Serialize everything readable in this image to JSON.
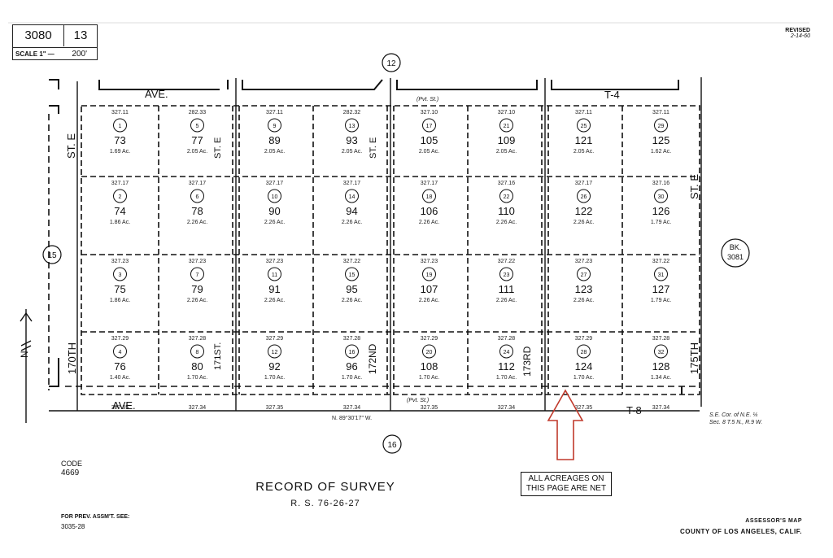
{
  "header": {
    "book": "3080",
    "page": "13",
    "scale_label": "SCALE 1\" —",
    "scale_value": "200'",
    "revised_label": "REVISED",
    "revised_date": "2-14-60"
  },
  "adjacent": {
    "top": "12",
    "left": "15",
    "bottom": "16",
    "right_line1": "BK.",
    "right_line2": "3081"
  },
  "streets": {
    "top_left": "AVE.",
    "top_right": "T-4",
    "bottom_left": "AVE.",
    "bottom_right": "T-8",
    "st_e_left": "ST. E",
    "st_e_right": "ST. E",
    "st_170": "170TH",
    "st_171": "171ST.",
    "st_172": "172ND",
    "st_173": "173RD",
    "st_175": "175TH",
    "st_e_mid1": "ST. E",
    "st_e_mid2": "ST. E",
    "pvt_st": "(Pvt. St.)"
  },
  "north_label": "N",
  "column_widths": [
    [
      "327.11",
      "327.17",
      "327.23",
      "327.29"
    ],
    [
      "282.33",
      "327.17",
      "327.23",
      "327.28"
    ],
    [
      "327.11",
      "327.17",
      "327.23",
      "327.29"
    ],
    [
      "282.32",
      "327.17",
      "327.22",
      "327.28"
    ],
    [
      "327.10",
      "327.17",
      "327.23",
      "327.29"
    ],
    [
      "327.10",
      "327.16",
      "327.22",
      "327.28"
    ],
    [
      "327.11",
      "327.17",
      "327.23",
      "327.29"
    ],
    [
      "327.11",
      "327.16",
      "327.22",
      "327.28"
    ]
  ],
  "bottom_widths": [
    "327.35",
    "327.34",
    "327.35",
    "327.34",
    "327.35",
    "327.34",
    "327.35",
    "327.34"
  ],
  "lots": [
    {
      "circ": "1",
      "parcel": "73",
      "acres": "1.69 Ac."
    },
    {
      "circ": "2",
      "parcel": "74",
      "acres": "1.86 Ac."
    },
    {
      "circ": "3",
      "parcel": "75",
      "acres": "1.86 Ac."
    },
    {
      "circ": "4",
      "parcel": "76",
      "acres": "1.40 Ac."
    },
    {
      "circ": "5",
      "parcel": "77",
      "acres": "2.05 Ac."
    },
    {
      "circ": "6",
      "parcel": "78",
      "acres": "2.26 Ac."
    },
    {
      "circ": "7",
      "parcel": "79",
      "acres": "2.26 Ac."
    },
    {
      "circ": "8",
      "parcel": "80",
      "acres": "1.70 Ac."
    },
    {
      "circ": "9",
      "parcel": "89",
      "acres": "2.05 Ac."
    },
    {
      "circ": "10",
      "parcel": "90",
      "acres": "2.26 Ac."
    },
    {
      "circ": "11",
      "parcel": "91",
      "acres": "2.26 Ac."
    },
    {
      "circ": "12",
      "parcel": "92",
      "acres": "1.70 Ac."
    },
    {
      "circ": "13",
      "parcel": "93",
      "acres": "2.05 Ac."
    },
    {
      "circ": "14",
      "parcel": "94",
      "acres": "2.26 Ac."
    },
    {
      "circ": "15",
      "parcel": "95",
      "acres": "2.26 Ac."
    },
    {
      "circ": "16",
      "parcel": "96",
      "acres": "1.70 Ac."
    },
    {
      "circ": "17",
      "parcel": "105",
      "acres": "2.05 Ac."
    },
    {
      "circ": "18",
      "parcel": "106",
      "acres": "2.26 Ac."
    },
    {
      "circ": "19",
      "parcel": "107",
      "acres": "2.26 Ac."
    },
    {
      "circ": "20",
      "parcel": "108",
      "acres": "1.70 Ac."
    },
    {
      "circ": "21",
      "parcel": "109",
      "acres": "2.05 Ac."
    },
    {
      "circ": "22",
      "parcel": "110",
      "acres": "2.26 Ac."
    },
    {
      "circ": "23",
      "parcel": "111",
      "acres": "2.26 Ac."
    },
    {
      "circ": "24",
      "parcel": "112",
      "acres": "1.70 Ac."
    },
    {
      "circ": "25",
      "parcel": "121",
      "acres": "2.05 Ac."
    },
    {
      "circ": "26",
      "parcel": "122",
      "acres": "2.26 Ac."
    },
    {
      "circ": "27",
      "parcel": "123",
      "acres": "2.26 Ac."
    },
    {
      "circ": "28",
      "parcel": "124",
      "acres": "1.70 Ac."
    },
    {
      "circ": "29",
      "parcel": "125",
      "acres": "1.62 Ac."
    },
    {
      "circ": "30",
      "parcel": "126",
      "acres": "1.79 Ac."
    },
    {
      "circ": "31",
      "parcel": "127",
      "acres": "1.79 Ac."
    },
    {
      "circ": "32",
      "parcel": "128",
      "acres": "1.34 Ac."
    }
  ],
  "bearing": "N. 89°30'17\" W.",
  "corner_note_line1": "S.E. Cor. of N.E. ¼",
  "corner_note_line2": "Sec. 8  T.5 N., R.9 W.",
  "code_label": "CODE",
  "code_value": "4669",
  "record_title": "RECORD OF SURVEY",
  "record_ref": "R. S. 76-26-27",
  "note_line1": "ALL ACREAGES ON",
  "note_line2": "THIS PAGE ARE NET",
  "prev_label": "FOR PREV. ASSM'T. SEE:",
  "prev_value": "3035-28",
  "assessor_line1": "ASSESSOR'S MAP",
  "assessor_line2": "COUNTY OF LOS ANGELES, CALIF.",
  "colors": {
    "ink": "#111111",
    "arrow": "#c0392b",
    "paper": "#ffffff"
  }
}
